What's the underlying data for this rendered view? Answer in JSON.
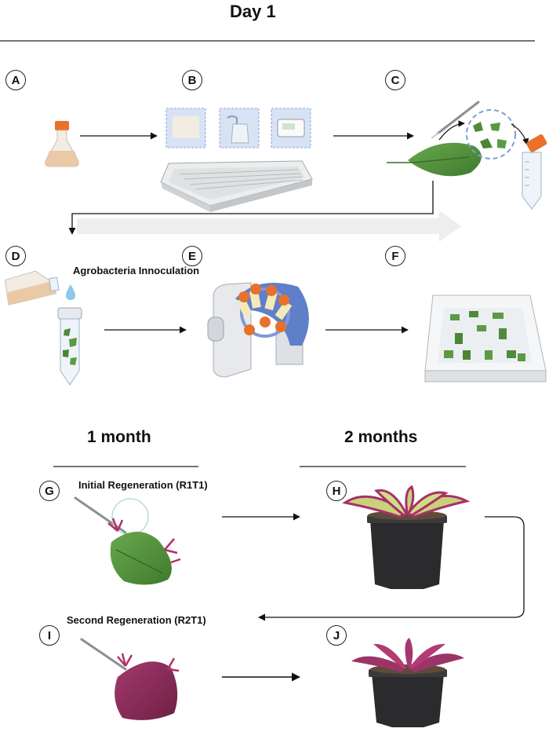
{
  "titles": {
    "day1": "Day 1",
    "month1": "1 month",
    "months2": "2 months"
  },
  "step_labels": {
    "a": "A",
    "b": "B",
    "c": "C",
    "d": "D",
    "e": "E",
    "f": "F",
    "g": "G",
    "h": "H",
    "i": "I",
    "j": "J"
  },
  "annotations": {
    "agro": "Agrobacteria Innoculation",
    "regen1": "Initial Regeneration (R1T1)",
    "regen2": "Second Regeneration (R2T1)"
  },
  "colors": {
    "flask_cap": "#e8712c",
    "flask_liquid": "#e9c9a6",
    "leaf_green": "#4f8b3a",
    "leaf_purple": "#8e2c5c",
    "pot": "#2b2b2d",
    "blue_panel": "#a9c3e6",
    "rotator_blue": "#5f7fc9"
  }
}
